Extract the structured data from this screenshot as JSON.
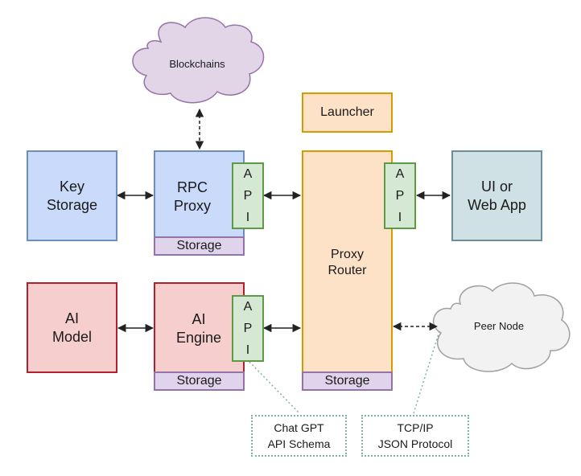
{
  "nodes": {
    "blockchains": "Blockchains",
    "launcher": "Launcher",
    "key_storage": "Key\nStorage",
    "rpc_proxy": "RPC\nProxy",
    "ui_web_app": "UI or\nWeb App",
    "proxy_router": "Proxy\nRouter",
    "ai_model": "AI\nModel",
    "ai_engine": "AI\nEngine",
    "peer_node": "Peer Node",
    "storage_label": "Storage",
    "api_letters": [
      "A",
      "P",
      "I"
    ]
  },
  "notes": {
    "chat_gpt": "Chat GPT\nAPI Schema",
    "tcp_ip": "TCP/IP\nJSON Protocol"
  },
  "colors": {
    "blue_fill": "#c9dafa",
    "red_fill": "#f7cece",
    "orange_fill": "#fde2c8",
    "green_fill": "#d5e8d4",
    "purple_fill": "#e0d4ec",
    "cloud_fill": "#e1d5e7",
    "peer_cloud_fill": "#f2f2f2"
  }
}
